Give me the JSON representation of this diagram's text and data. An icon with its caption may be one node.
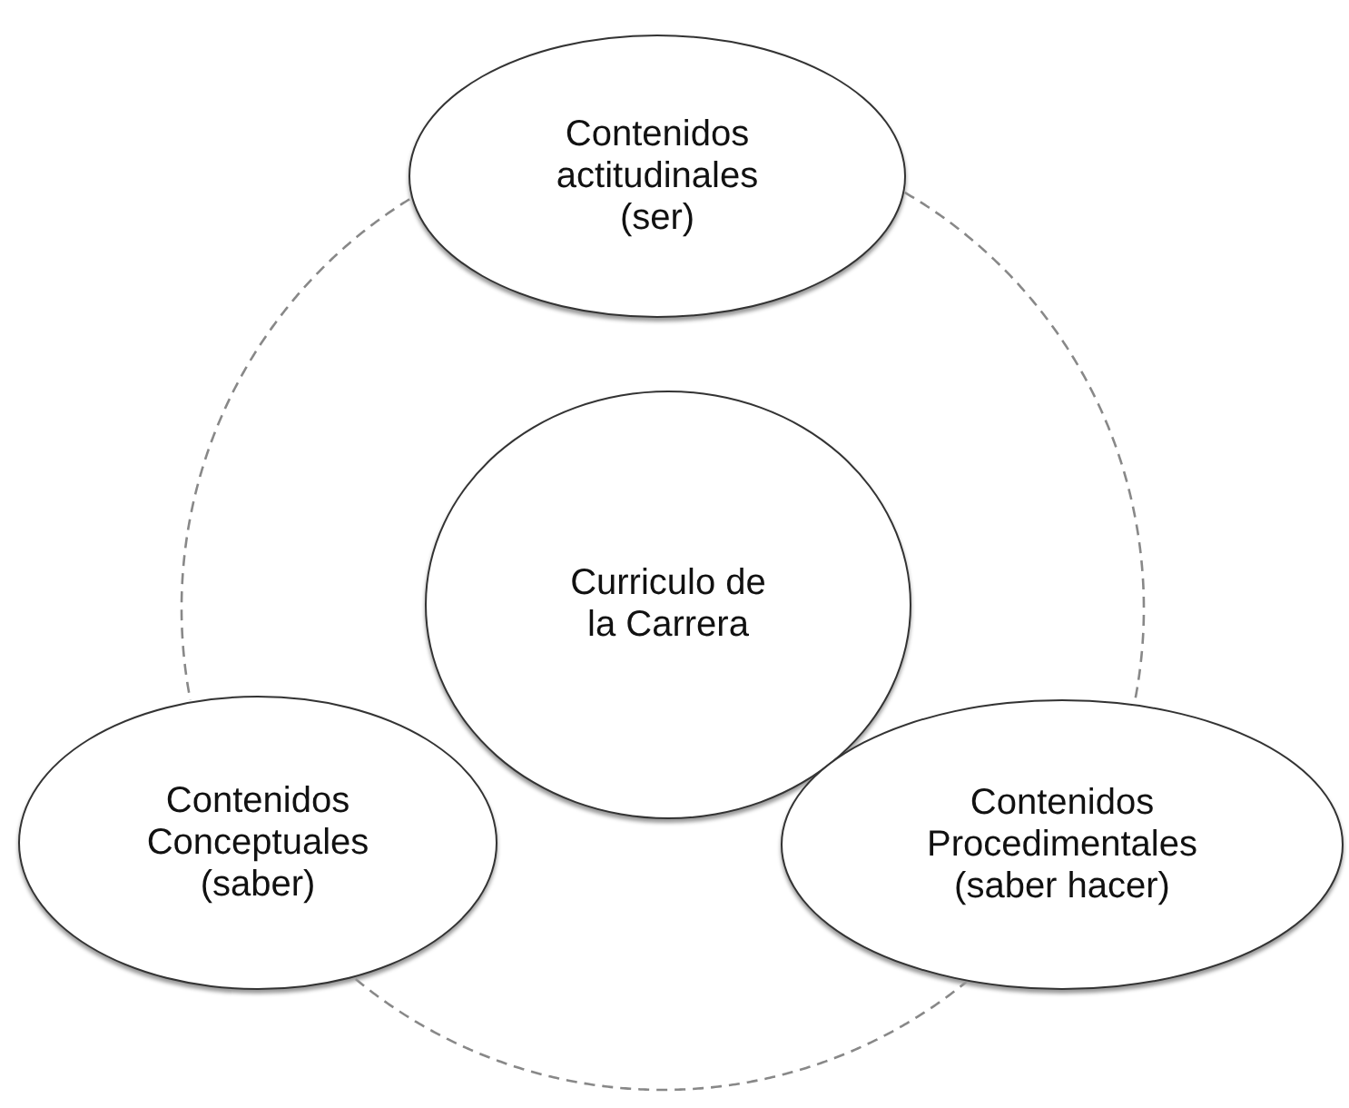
{
  "diagram": {
    "nodes": [
      {
        "text": [
          "Contenidos actitudinales (ser)"
        ]
      },
      {
        "text": [
          "Curriculo de la Carrera"
        ]
      },
      {
        "text": [
          "Contenidos Conceptuales (saber)"
        ]
      },
      {
        "text": [
          "Contenidos Procedimentales (saber hacer)"
        ]
      }
    ],
    "edges": [
      {
        "from": 0,
        "to": 2,
        "arrow": "none",
        "style": "dashed"
      },
      {
        "from": 0,
        "to": 3,
        "arrow": "none",
        "style": "dashed"
      },
      {
        "from": 2,
        "to": 3,
        "arrow": "none",
        "style": "dashed"
      }
    ]
  }
}
